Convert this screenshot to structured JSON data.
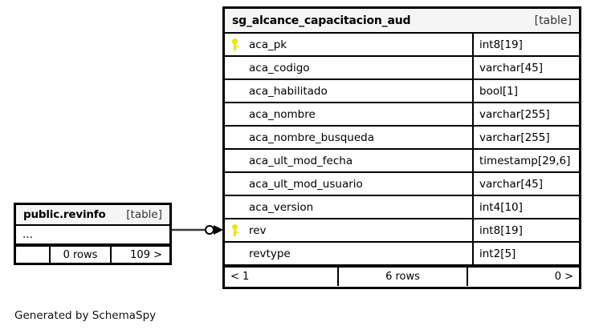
{
  "diagram": {
    "generator_credit": "Generated by SchemaSpy",
    "kind_label": "[table]"
  },
  "main_table": {
    "name": "sg_alcance_capacitacion_aud",
    "kind": "[table]",
    "columns": [
      {
        "key": true,
        "key_icon": "key-icon",
        "name": "aca_pk",
        "type": "int8[19]"
      },
      {
        "key": false,
        "key_icon": "",
        "name": "aca_codigo",
        "type": "varchar[45]"
      },
      {
        "key": false,
        "key_icon": "",
        "name": "aca_habilitado",
        "type": "bool[1]"
      },
      {
        "key": false,
        "key_icon": "",
        "name": "aca_nombre",
        "type": "varchar[255]"
      },
      {
        "key": false,
        "key_icon": "",
        "name": "aca_nombre_busqueda",
        "type": "varchar[255]"
      },
      {
        "key": false,
        "key_icon": "",
        "name": "aca_ult_mod_fecha",
        "type": "timestamp[29,6]"
      },
      {
        "key": false,
        "key_icon": "",
        "name": "aca_ult_mod_usuario",
        "type": "varchar[45]"
      },
      {
        "key": false,
        "key_icon": "",
        "name": "aca_version",
        "type": "int4[10]"
      },
      {
        "key": true,
        "key_icon": "key-icon",
        "name": "rev",
        "type": "int8[19]"
      },
      {
        "key": false,
        "key_icon": "",
        "name": "revtype",
        "type": "int2[5]"
      }
    ],
    "footer": {
      "parents": "< 1",
      "rows": "6 rows",
      "children": "0 >"
    }
  },
  "ref_table": {
    "name": "public.revinfo",
    "kind": "[table]",
    "columns": [
      {
        "name": "..."
      }
    ],
    "footer": {
      "parents": "",
      "rows": "0 rows",
      "children": "109 >"
    }
  },
  "relationship": {
    "from": "public.revinfo",
    "to": "sg_alcance_capacitacion_aud",
    "to_column": "rev",
    "source_marker": "circle-optional",
    "target_marker": "crowsfoot-arrow",
    "line_color": "#3a3a3a"
  },
  "colors": {
    "border": "#000000",
    "header_bg": "#f5f5f5",
    "body_bg": "#ffffff",
    "key_yellow": "#e8e800",
    "text": "#000000"
  }
}
